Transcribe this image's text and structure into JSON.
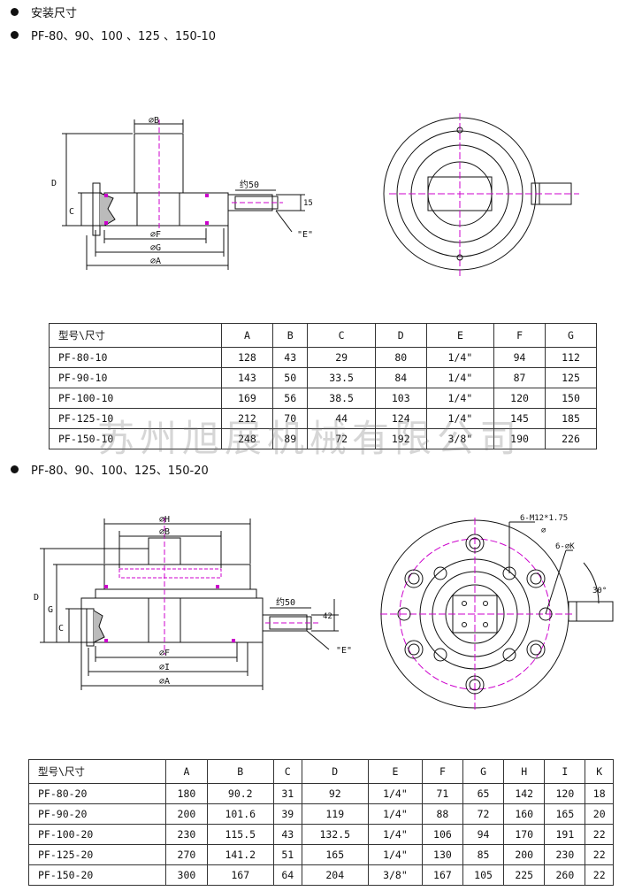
{
  "section1": {
    "title": "安装尺寸",
    "subtitle": "PF-80、90、100 、125 、150-10",
    "labels": {
      "B": "⌀B",
      "D": "D",
      "C": "C",
      "F": "⌀F",
      "G": "⌀G",
      "A": "⌀A",
      "len": "约50",
      "h": "15",
      "E": "\"E\""
    },
    "table": {
      "header": [
        "型号\\尺寸",
        "A",
        "B",
        "C",
        "D",
        "E",
        "F",
        "G"
      ],
      "rows": [
        [
          "PF-80-10",
          "128",
          "43",
          "29",
          "80",
          "1/4\"",
          "94",
          "112"
        ],
        [
          "PF-90-10",
          "143",
          "50",
          "33.5",
          "84",
          "1/4\"",
          "87",
          "125"
        ],
        [
          "PF-100-10",
          "169",
          "56",
          "38.5",
          "103",
          "1/4\"",
          "120",
          "150"
        ],
        [
          "PF-125-10",
          "212",
          "70",
          "44",
          "124",
          "1/4\"",
          "145",
          "185"
        ],
        [
          "PF-150-10",
          "248",
          "89",
          "72",
          "192",
          "3/8\"",
          "190",
          "226"
        ]
      ]
    }
  },
  "watermark": "苏州旭展机械有限公司",
  "section2": {
    "subtitle": "PF-80、90、100、125、150-20",
    "labels": {
      "H": "⌀H",
      "B": "⌀B",
      "D": "D",
      "G": "G",
      "C": "C",
      "F": "⌀F",
      "I": "⌀I",
      "A": "⌀A",
      "len": "约50",
      "h": "42",
      "E": "\"E\"",
      "bolt": "6-M12*1.75",
      "phi": "⌀",
      "holes": "6-⌀K",
      "angle": "30°"
    },
    "table": {
      "header": [
        "型号\\尺寸",
        "A",
        "B",
        "C",
        "D",
        "E",
        "F",
        "G",
        "H",
        "I",
        "K"
      ],
      "rows": [
        [
          "PF-80-20",
          "180",
          "90.2",
          "31",
          "92",
          "1/4\"",
          "71",
          "65",
          "142",
          "120",
          "18"
        ],
        [
          "PF-90-20",
          "200",
          "101.6",
          "39",
          "119",
          "1/4\"",
          "88",
          "72",
          "160",
          "165",
          "20"
        ],
        [
          "PF-100-20",
          "230",
          "115.5",
          "43",
          "132.5",
          "1/4\"",
          "106",
          "94",
          "170",
          "191",
          "22"
        ],
        [
          "PF-125-20",
          "270",
          "141.2",
          "51",
          "165",
          "1/4\"",
          "130",
          "85",
          "200",
          "230",
          "22"
        ],
        [
          "PF-150-20",
          "300",
          "167",
          "64",
          "204",
          "3/8\"",
          "167",
          "105",
          "225",
          "260",
          "22"
        ]
      ]
    }
  }
}
